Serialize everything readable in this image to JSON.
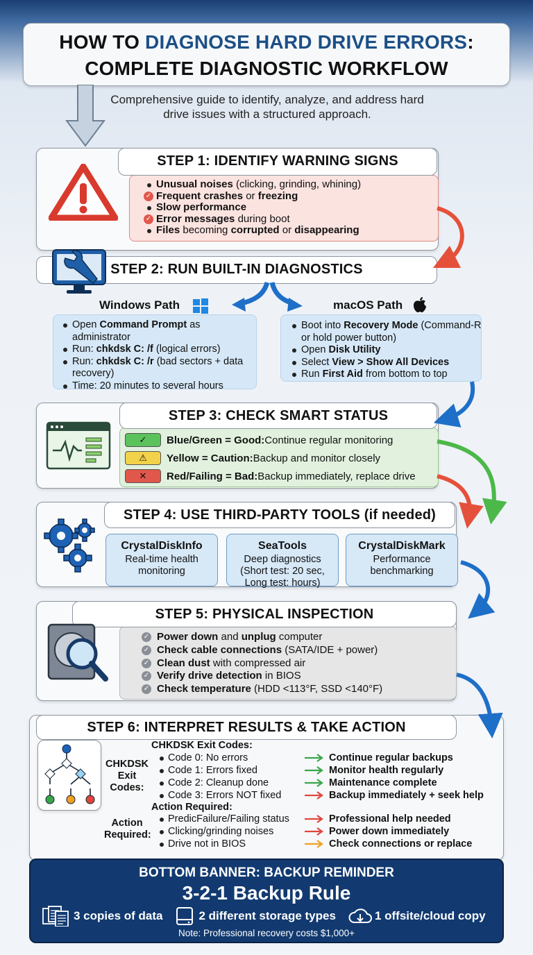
{
  "title": {
    "line1_prefix": "HOW TO ",
    "line1_accent": "DIAGNOSE HARD DRIVE ERRORS",
    "line1_suffix": ":",
    "line2": "COMPLETE DIAGNOSTIC WORKFLOW"
  },
  "subtitle": "Comprehensive guide to identify, analyze, and address hard drive issues with a structured approach.",
  "step1": {
    "heading": "STEP 1: IDENTIFY WARNING SIGNS",
    "items": [
      {
        "bold": "Unusual noises",
        "text": " (clicking, grinding, whining)",
        "icon": "dot"
      },
      {
        "bold": "Frequent crashes",
        "text": " or ",
        "bold2": "freezing",
        "icon": "check"
      },
      {
        "bold": "Slow performance",
        "text": "",
        "icon": "dot"
      },
      {
        "bold": "Error messages",
        "text": " during boot",
        "icon": "check"
      },
      {
        "bold": "Files",
        "text": " becoming ",
        "bold2": "corrupted",
        "text2": " or ",
        "bold3": "disappearing",
        "icon": "dot"
      }
    ]
  },
  "step2": {
    "heading": "STEP 2: RUN BUILT-IN DIAGNOSTICS",
    "windows": {
      "label": "Windows Path",
      "items": [
        {
          "pre": "Open ",
          "bold": "Command Prompt",
          "post": " as administrator"
        },
        {
          "pre": "Run: ",
          "bold": "chkdsk C: /f",
          "post": " (logical errors)"
        },
        {
          "pre": "Run: ",
          "bold": "chkdsk C: /r",
          "post": " (bad sectors + data recovery)"
        },
        {
          "pre": "Time: 20 minutes to several hours",
          "bold": "",
          "post": ""
        }
      ]
    },
    "mac": {
      "label": "macOS Path",
      "items": [
        {
          "pre": "Boot into ",
          "bold": "Recovery Mode",
          "post": " (Command-R or hold power button)"
        },
        {
          "pre": "Open ",
          "bold": "Disk Utility",
          "post": ""
        },
        {
          "pre": "Select ",
          "bold": "View > Show All Devices",
          "post": ""
        },
        {
          "pre": "Run ",
          "bold": "First Aid",
          "post": " from bottom to top"
        }
      ]
    }
  },
  "step3": {
    "heading": "STEP 3: CHECK SMART STATUS",
    "rows": [
      {
        "symbol": "✓",
        "bold": "Blue/Green = Good:",
        "text": " Continue regular monitoring",
        "color": "#5cc25c"
      },
      {
        "symbol": "⚠",
        "bold": "Yellow = Caution:",
        "text": " Backup and monitor closely",
        "color": "#f2d24a"
      },
      {
        "symbol": "✕",
        "bold": "Red/Failing = Bad:",
        "text": " Backup immediately, replace drive",
        "color": "#e2574c"
      }
    ]
  },
  "step4": {
    "heading": "STEP 4: USE THIRD-PARTY TOOLS (if needed)",
    "tools": [
      {
        "name": "CrystalDiskInfo",
        "l1": "Real-time health",
        "l2": "monitoring",
        "l3": ""
      },
      {
        "name": "SeaTools",
        "l1": "Deep diagnostics",
        "l2": "(Short test: 20 sec,",
        "l3": "Long test: hours)"
      },
      {
        "name": "CrystalDiskMark",
        "l1": "Performance",
        "l2": "benchmarking",
        "l3": ""
      }
    ]
  },
  "step5": {
    "heading": "STEP 5: PHYSICAL INSPECTION",
    "items": [
      {
        "bold": "Power down",
        "text": " and ",
        "bold2": "unplug",
        "text2": " computer"
      },
      {
        "bold": "Check cable connections",
        "text": " (SATA/IDE + power)",
        "bold2": "",
        "text2": ""
      },
      {
        "bold": "Clean dust",
        "text": " with compressed air",
        "bold2": "",
        "text2": ""
      },
      {
        "bold": "Verify drive detection",
        "text": " in BIOS",
        "bold2": "",
        "text2": ""
      },
      {
        "bold": "Check temperature",
        "text": " (HDD <113°F, SSD <140°F)",
        "bold2": "",
        "text2": ""
      }
    ]
  },
  "step6": {
    "heading": "STEP 6: INTERPRET RESULTS & TAKE ACTION",
    "chkdsk_side_label": "CHKDSK Exit Codes:",
    "chkdsk_header": "CHKDSK Exit Codes:",
    "codes": [
      {
        "code": "Code 0: No errors",
        "action": "Continue regular backups",
        "color": "#3aa64a"
      },
      {
        "code": "Code 1: Errors fixed",
        "action": "Monitor health regularly",
        "color": "#3aa64a"
      },
      {
        "code": "Code 2: Cleanup done",
        "action": "Maintenance complete",
        "color": "#3aa64a"
      },
      {
        "code": "Code 3: Errors NOT fixed",
        "action": "Backup immediately + seek help",
        "color": "#e0463b"
      }
    ],
    "action_side_label": "Action Required:",
    "action_header": "Action Required:",
    "actions": [
      {
        "cond": "PredicFailure/Failing status",
        "action": "Professional help needed",
        "color": "#e0463b"
      },
      {
        "cond": "Clicking/grinding noises",
        "action": "Power down immediately",
        "color": "#e0463b"
      },
      {
        "cond": "Drive not in BIOS",
        "action": "Check connections or replace",
        "color": "#f0a020"
      }
    ]
  },
  "banner": {
    "title": "BOTTOM BANNER: BACKUP REMINDER",
    "rule": "3-2-1 Backup Rule",
    "items": [
      {
        "icon": "documents-icon",
        "text": "3 copies of data"
      },
      {
        "icon": "drive-icon",
        "text": "2 different storage types"
      },
      {
        "icon": "cloud-icon",
        "text": "1 offsite/cloud copy"
      }
    ],
    "note": "Note: Professional recovery costs $1,000+"
  }
}
